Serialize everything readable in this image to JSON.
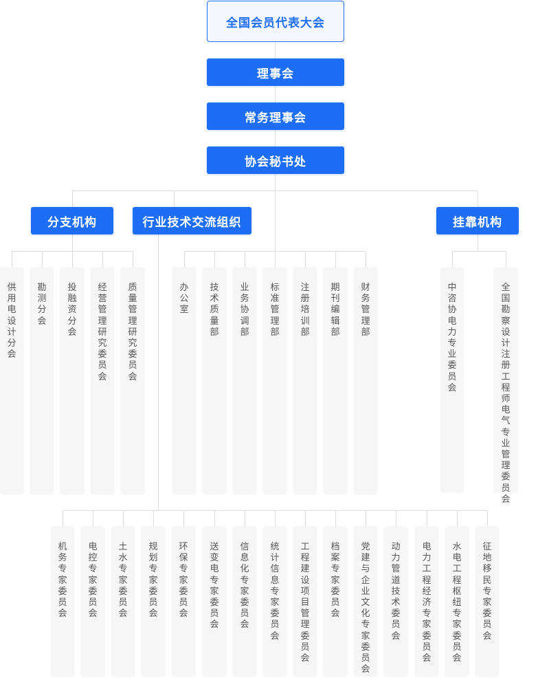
{
  "colors": {
    "accent": "#1e6df6",
    "line": "#dcdcdc",
    "leaf_bg": "#f6f6f6",
    "leaf_text": "#555555"
  },
  "top": {
    "label": "全国会员代表大会"
  },
  "chain": [
    {
      "label": "理事会"
    },
    {
      "label": "常务理事会"
    },
    {
      "label": "协会秘书处"
    }
  ],
  "branches": {
    "fenzhi": {
      "label": "分支机构",
      "children": [
        "供用电设计分会",
        "勘测分会",
        "投融资分会",
        "经营管理研究委员会",
        "质量管理研究委员会"
      ]
    },
    "hangye": {
      "label": "行业技术交流组织",
      "children": [
        "办公室",
        "技术质量部",
        "业务协调部",
        "标准管理部",
        "注册培训部",
        "期刊编辑部",
        "财务管理部"
      ]
    },
    "guakao": {
      "label": "挂靠机构",
      "children": [
        "中咨协电力专业委员会",
        "全国勘察设计注册工程师电气专业管理委员会"
      ]
    }
  },
  "committees": [
    "机务专家委员会",
    "电控专家委员会",
    "土水专家委员会",
    "规划专家委员会",
    "环保专家委员会",
    "送变电专家委员会",
    "信息化专家委员会",
    "统计信息专家委员会",
    "工程建设项目管理委员会",
    "档案专家委员会",
    "党建与企业文化专家委员会",
    "动力管道技术委员会",
    "电力工程经济专家委员会",
    "水电工程枢纽专家委员会",
    "征地移民专家委员会"
  ]
}
